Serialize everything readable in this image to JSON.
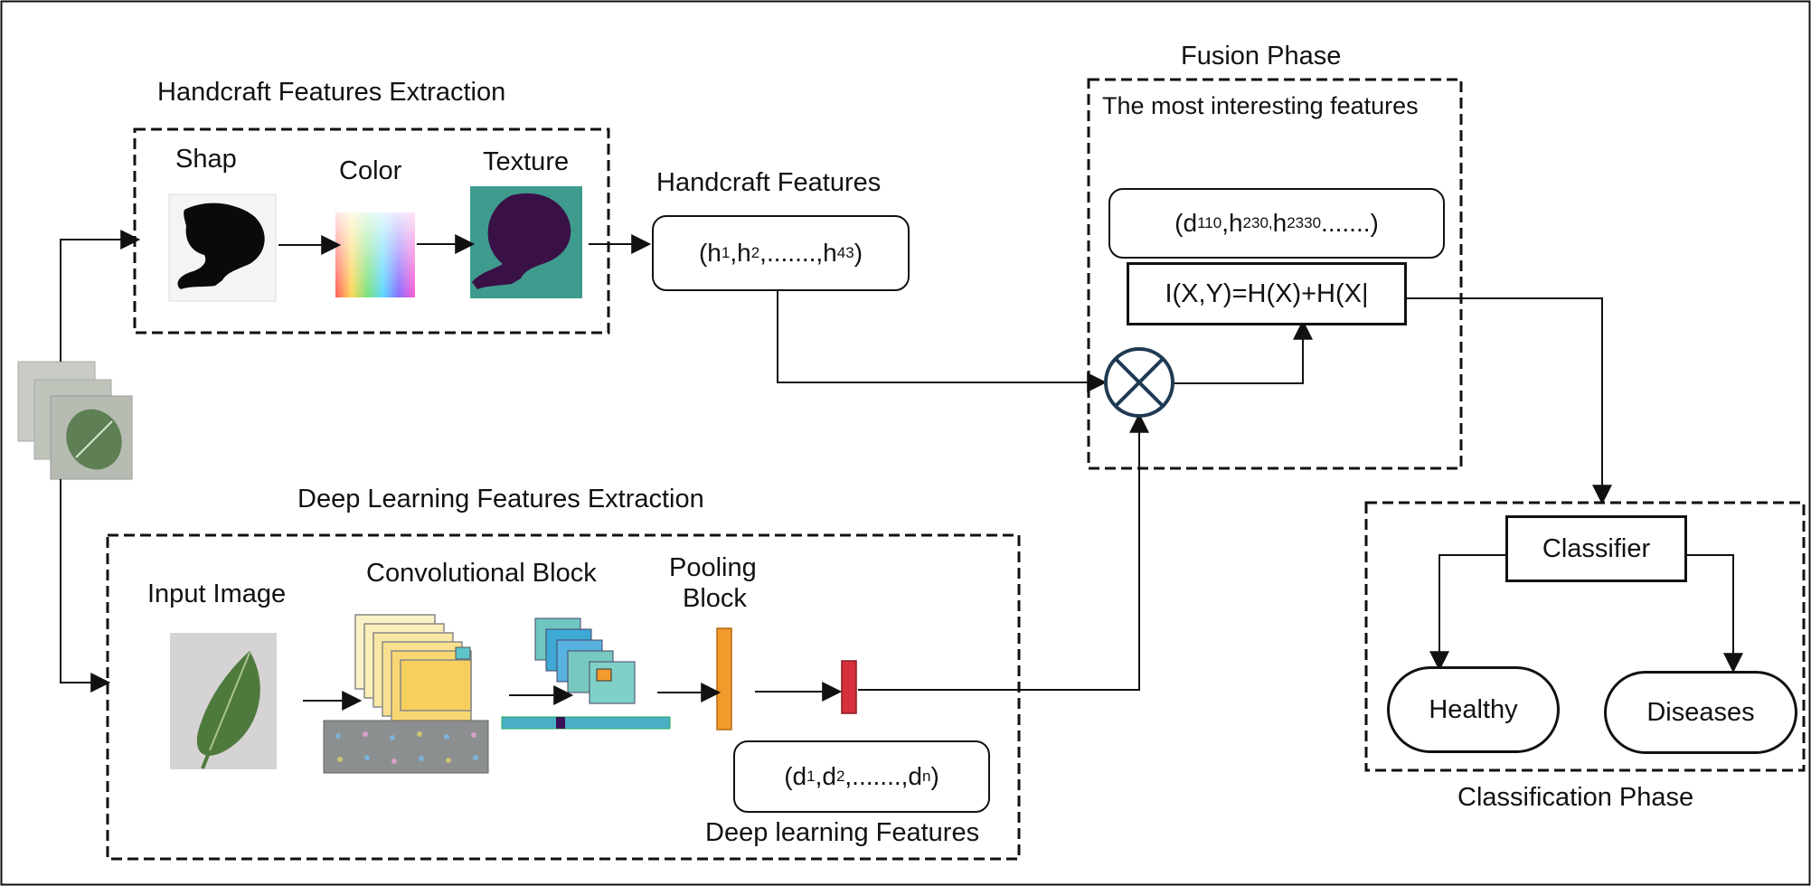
{
  "frame": {
    "stroke": "#111111",
    "background": "#ffffff"
  },
  "handcraft": {
    "section_title": "Handcraft Features Extraction",
    "shape_label": "Shap",
    "color_label": "Color",
    "texture_label": "Texture",
    "features_title": "Handcraft Features",
    "vector": {
      "open": "(h",
      "s1": "1",
      "m1": ",h",
      "s2": "2",
      "m2": ",.......,h",
      "s3": "43",
      "close": ")"
    }
  },
  "fusion": {
    "phase_title": "Fusion Phase",
    "subtitle": "The most interesting features",
    "selected": {
      "open": "(d",
      "s1": "110",
      "m1": ",h",
      "s2": "230,",
      "m2": " h",
      "s3": "2330",
      "close": ".......)"
    },
    "formula": "I(X,Y)=H(X)+H(X|"
  },
  "deep": {
    "section_title": "Deep Learning Features Extraction",
    "input_label": "Input Image",
    "conv_label": "Convolutional Block",
    "pool_label_line1": "Pooling",
    "pool_label_line2": "Block",
    "vector": {
      "open": "(d",
      "s1": "1",
      "m1": ",d",
      "s2": "2",
      "m2": ",.......,d",
      "s3": "n",
      "close": ")"
    },
    "features_title": "Deep learning Features"
  },
  "classification": {
    "classifier_label": "Classifier",
    "healthy_label": "Healthy",
    "diseases_label": "Diseases",
    "phase_title": "Classification Phase"
  },
  "icons": [
    "leaf-stack-icon",
    "shape-mask-icon",
    "color-wheel-icon",
    "texture-map-icon",
    "input-leaf-icon",
    "conv-stack-icon",
    "feature-grid-icon",
    "pool-stack-icon",
    "pool-bar-icon",
    "dense-bar-icon",
    "fusion-operator-icon"
  ]
}
